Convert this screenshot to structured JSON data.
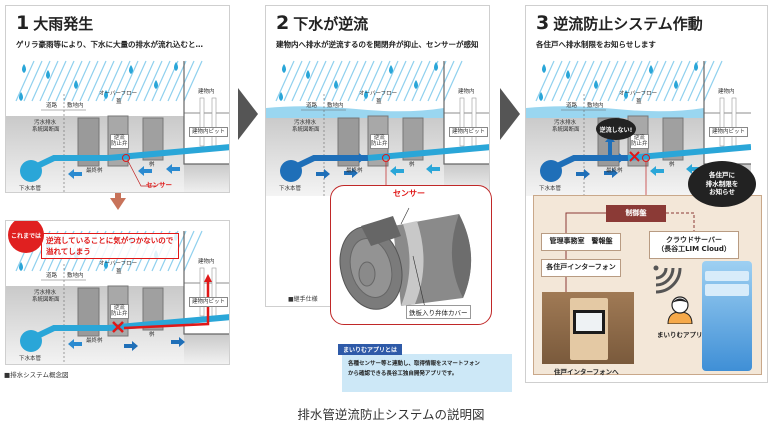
{
  "panels": [
    {
      "number": "1",
      "title": "大雨発生",
      "subtitle": "ゲリラ豪雨等により、下水に大量の排水が流れ込むと…"
    },
    {
      "number": "2",
      "title": "下水が逆流",
      "subtitle": "建物内へ排水が逆流するのを開閉弁が抑止、センサーが感知"
    },
    {
      "number": "3",
      "title": "逆流防止システム作動",
      "subtitle": "各住戸へ排水制限をお知らせします"
    }
  ],
  "scene_labels": {
    "road": "道路",
    "site": "敷地内",
    "overflow": "オーバーフロー",
    "lid": "蓋",
    "section1": "汚水排水",
    "section2": "系統図断面",
    "valve1": "逆流",
    "valve2": "防止弁",
    "building": "建物内",
    "pit": "建物内ピット",
    "final_basin": "最終桝",
    "basin": "桝",
    "main_pipe": "下水本管",
    "sensor": "センサー"
  },
  "before": {
    "badge": "これまでは",
    "warning_line1": "逆流していることに気がつかないので",
    "warning_line2": "溢れてしまう",
    "caption": "■排水システム概念図"
  },
  "sensor_detail": {
    "title": "センサー",
    "cover_label": "鉄板入り弁体カバー",
    "joint_caption": "■継手仕様"
  },
  "system": {
    "no_backflow": "逆流しない!",
    "notice_line1": "各住戸に",
    "notice_line2": "排水制限を",
    "notice_line3": "お知らせ",
    "control_panel": "制御盤",
    "office_alarm": "管理事務室　警報盤",
    "unit_intercom": "各住戸インターフォン",
    "cloud_line1": "クラウドサーバー",
    "cloud_line2": "（長谷工LIM Cloud）",
    "intercom_caption": "住戸インターフォンへ",
    "app_caption": "まいりむアプリ"
  },
  "app_info": {
    "label": "まいりむアプリとは",
    "line1": "各種センサー等と連動し、取得情報をスマートフォン",
    "line2": "から確認できる長谷工独自開発アプリです。"
  },
  "figure_caption": "排水管逆流防止システムの説明図",
  "colors": {
    "water": "#1aa3dc",
    "rain": "#8fd0ee",
    "alert": "#e01818",
    "control": "#8b3a36",
    "beige": "#f3e7d8",
    "app_blue": "#2e5aa8"
  }
}
